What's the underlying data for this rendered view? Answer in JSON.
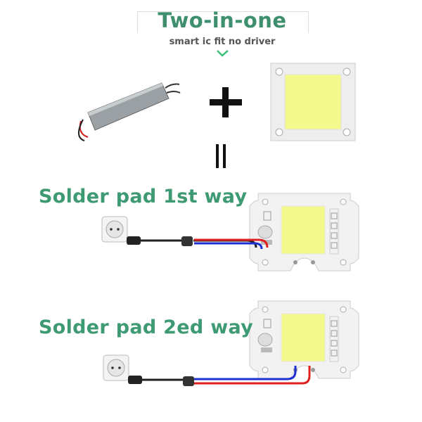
{
  "header": {
    "title": "Two-in-one",
    "subtitle": "smart ic fit no driver",
    "chevron_icon": "chevron-down-icon"
  },
  "equation": {
    "plus_symbol": "+",
    "equals_symbol": "||"
  },
  "ways": [
    {
      "label": "Solder pad 1st way"
    },
    {
      "label": "Solder pad 2ed way"
    }
  ],
  "colors": {
    "accent_green": "#3e9a72",
    "led_yellow": "#f3f98a",
    "wire_red": "#e02020",
    "wire_blue": "#2030d0"
  }
}
